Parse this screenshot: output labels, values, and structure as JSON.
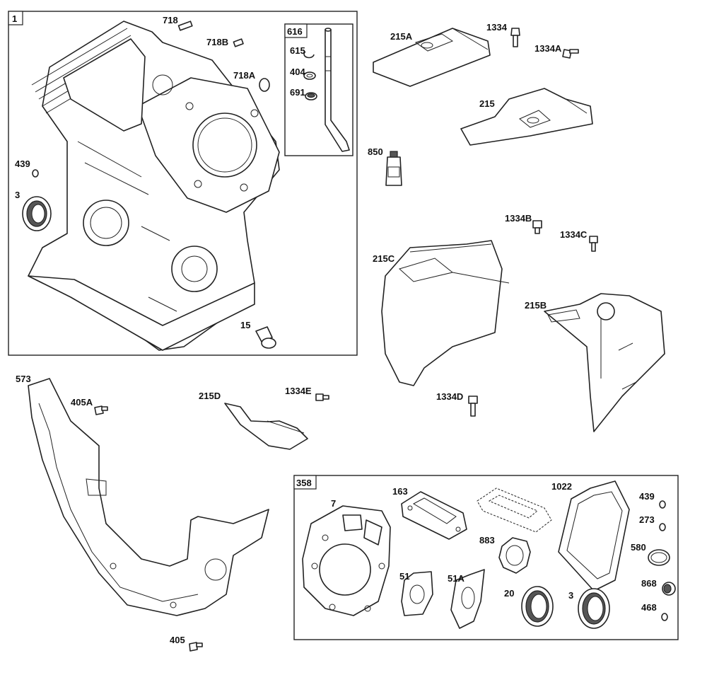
{
  "boxes": {
    "crankcase": "1",
    "dipstick_kit": "616",
    "gasket_set": "358"
  },
  "labels": {
    "p718": "718",
    "p718b": "718B",
    "p718a": "718A",
    "p439_top": "439",
    "p3_top": "3",
    "p15": "15",
    "p615": "615",
    "p404": "404",
    "p691": "691",
    "p215a": "215A",
    "p1334": "1334",
    "p1334a": "1334A",
    "p215": "215",
    "p850": "850",
    "p1334b": "1334B",
    "p1334c": "1334C",
    "p215c": "215C",
    "p215b": "215B",
    "p1334d": "1334D",
    "p573": "573",
    "p405a": "405A",
    "p215d": "215D",
    "p1334e": "1334E",
    "p405": "405",
    "p7": "7",
    "p163": "163",
    "p1022": "1022",
    "p439_box": "439",
    "p273": "273",
    "p883": "883",
    "p580": "580",
    "p51": "51",
    "p51a": "51A",
    "p20": "20",
    "p3_box": "3",
    "p868": "868",
    "p468": "468"
  }
}
